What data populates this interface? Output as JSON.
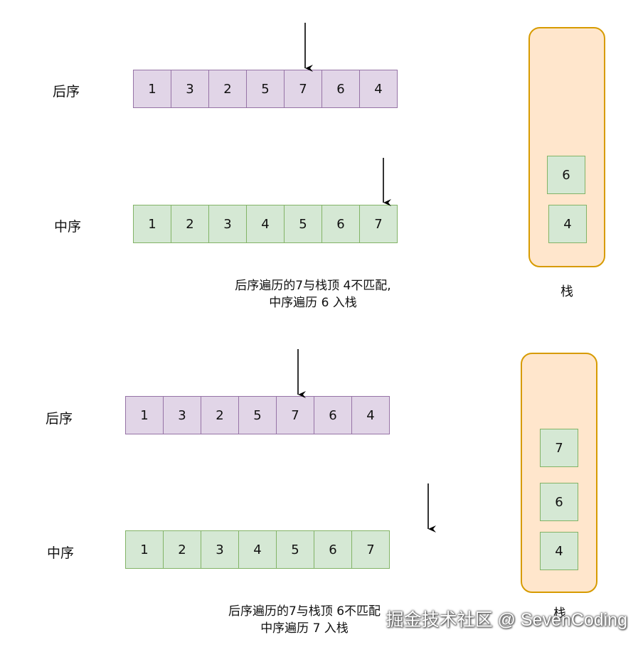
{
  "panels": [
    {
      "postorder_label": "后序",
      "inorder_label": "中序",
      "postorder": [
        "1",
        "3",
        "2",
        "5",
        "7",
        "6",
        "4"
      ],
      "inorder": [
        "1",
        "2",
        "3",
        "4",
        "5",
        "6",
        "7"
      ],
      "postorder_pointer_index": 4,
      "inorder_pointer_index": 6,
      "stack": [
        "6",
        "4"
      ],
      "stack_label": "栈",
      "caption_line1": "后序遍历的7与栈顶 4不匹配,",
      "caption_line2": "中序遍历 6 入栈"
    },
    {
      "postorder_label": "后序",
      "inorder_label": "中序",
      "postorder": [
        "1",
        "3",
        "2",
        "5",
        "7",
        "6",
        "4"
      ],
      "inorder": [
        "1",
        "2",
        "3",
        "4",
        "5",
        "6",
        "7"
      ],
      "postorder_pointer_index": 4,
      "inorder_pointer_index": 7,
      "stack": [
        "7",
        "6",
        "4"
      ],
      "stack_label": "栈",
      "caption_line1": "后序遍历的7与栈顶 6不匹配",
      "caption_line2": "中序遍历 7 入栈"
    }
  ],
  "watermark": "掘金技术社区 @ SevenCoding",
  "colors": {
    "postorder_fill": "#e1d5e7",
    "postorder_border": "#9673a6",
    "inorder_fill": "#d5e8d4",
    "inorder_border": "#82b366",
    "stack_fill": "#ffe6cc",
    "stack_border": "#d79b00"
  }
}
